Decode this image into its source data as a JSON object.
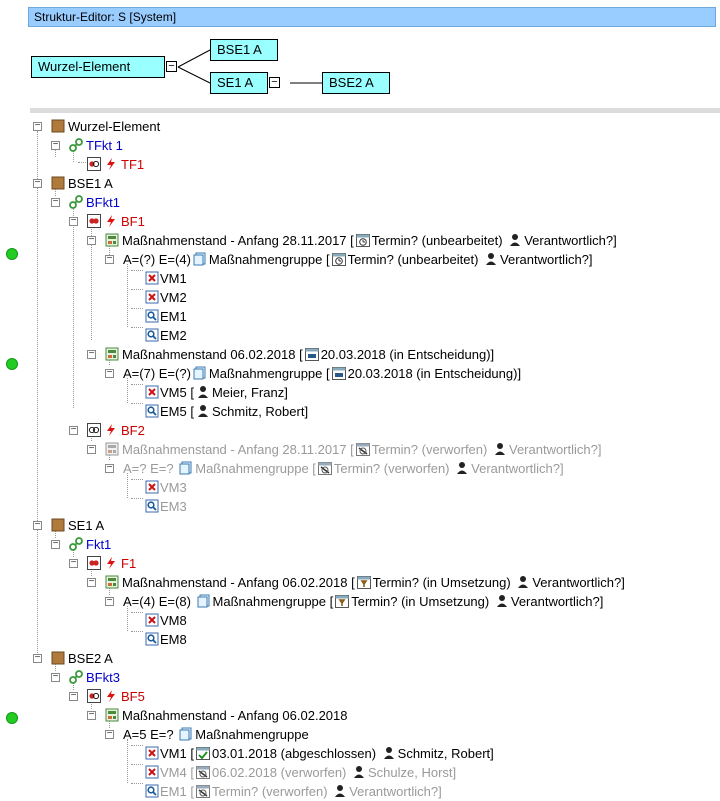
{
  "window": {
    "title": "Struktur-Editor: S [System]"
  },
  "structure": {
    "root": "Wurzel-Element",
    "children": [
      "BSE1 A",
      "SE1 A"
    ],
    "grandchild": "BSE2 A"
  },
  "tree": {
    "n1": "Wurzel-Element",
    "n2": "TFkt 1",
    "n3": "TF1",
    "n4": "BSE1 A",
    "n5": "BFkt1",
    "n6": "BF1",
    "n7a": "Maßnahmenstand - Anfang 28.11.2017 [",
    "n7b": "Termin? (unbearbeitet)",
    "n7c": "Verantwortlich?]",
    "n8a": "A=(?) E=(4)",
    "n8b": "Maßnahmengruppe [",
    "n8c": "Termin? (unbearbeitet)",
    "n8d": "Verantwortlich?]",
    "n9": "VM1",
    "n10": "VM2",
    "n11": "EM1",
    "n12": "EM2",
    "n13a": "Maßnahmenstand 06.02.2018 [",
    "n13b": "20.03.2018 (in Entscheidung)]",
    "n14a": "A=(7) E=(?)",
    "n14b": "Maßnahmengruppe [",
    "n14c": "20.03.2018 (in Entscheidung)]",
    "n15a": "VM5 [",
    "n15b": "Meier, Franz]",
    "n16a": "EM5 [",
    "n16b": "Schmitz, Robert]",
    "n17": "BF2",
    "n18a": "Maßnahmenstand - Anfang 28.11.2017 [",
    "n18b": "Termin? (verworfen)",
    "n18c": "Verantwortlich?]",
    "n19a": "A=? E=?",
    "n19b": "Maßnahmengruppe [",
    "n19c": "Termin? (verworfen)",
    "n19d": "Verantwortlich?]",
    "n20": "VM3",
    "n21": "EM3",
    "n22": "SE1 A",
    "n23": "Fkt1",
    "n24": "F1",
    "n25a": "Maßnahmenstand - Anfang 06.02.2018 [",
    "n25b": "Termin? (in Umsetzung)",
    "n25c": "Verantwortlich?]",
    "n26a": "A=(4) E=(8)",
    "n26b": "Maßnahmengruppe [",
    "n26c": "Termin? (in Umsetzung)",
    "n26d": "Verantwortlich?]",
    "n27": "VM8",
    "n28": "EM8",
    "n29": "BSE2 A",
    "n30": "BFkt3",
    "n31": "BF5",
    "n32": "Maßnahmenstand - Anfang 06.02.2018",
    "n33a": "A=5 E=?",
    "n33b": "Maßnahmengruppe",
    "n34a": "VM1 [",
    "n34b": "03.01.2018 (abgeschlossen)",
    "n34c": "Schmitz, Robert]",
    "n35a": "VM4 [",
    "n35b": "06.02.2018 (verworfen)",
    "n35c": "Schulze, Horst]",
    "n36a": "EM1 [",
    "n36b": "Termin? (verworfen)",
    "n36c": "Verantwortlich?]"
  },
  "colors": {
    "title_bar": "#99ccff",
    "structure_box": "#99ffff",
    "function_text": "#0000cc",
    "failure_text": "#cc0000",
    "status_dot": "#22cc22",
    "disabled_text": "#9a9a9a"
  }
}
